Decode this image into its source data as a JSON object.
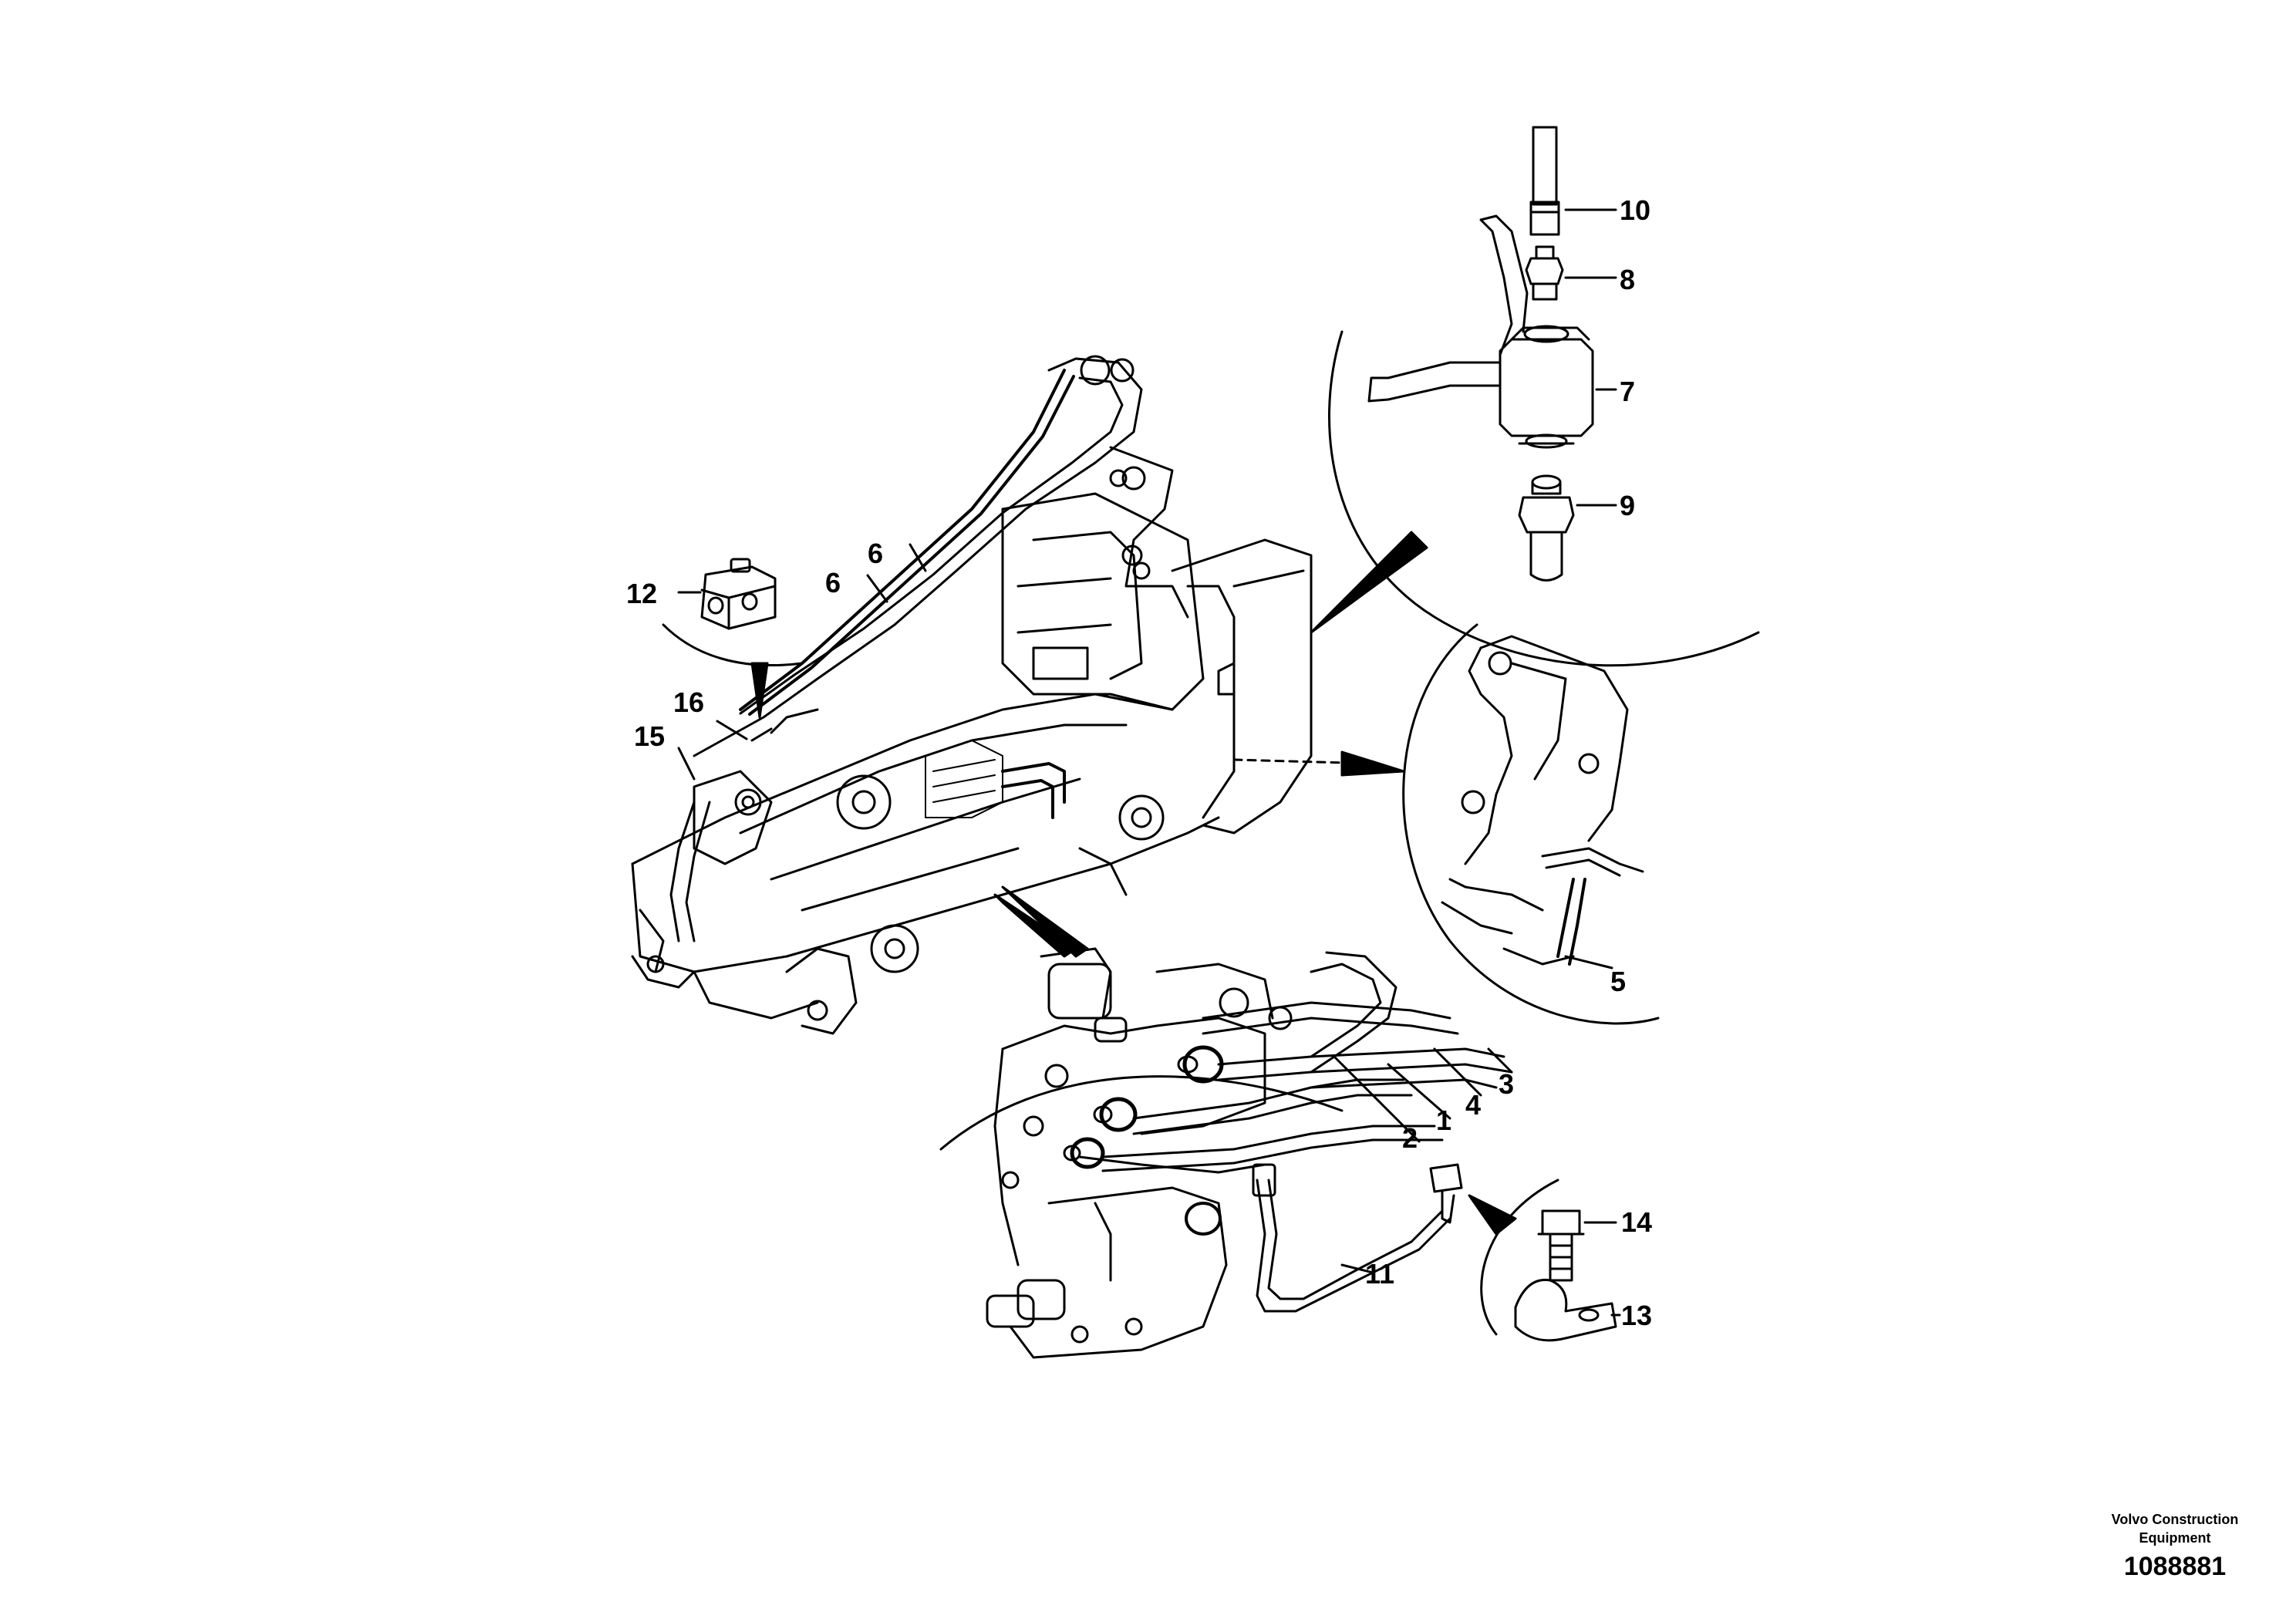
{
  "callouts": {
    "c1": "1",
    "c2": "2",
    "c3": "3",
    "c4": "4",
    "c5": "5",
    "c6a": "6",
    "c6b": "6",
    "c7": "7",
    "c8": "8",
    "c9": "9",
    "c10": "10",
    "c11": "11",
    "c12": "12",
    "c13": "13",
    "c14": "14",
    "c15": "15",
    "c16": "16"
  },
  "footer": {
    "brand": "Volvo Construction Equipment",
    "document_number": "1088881"
  }
}
